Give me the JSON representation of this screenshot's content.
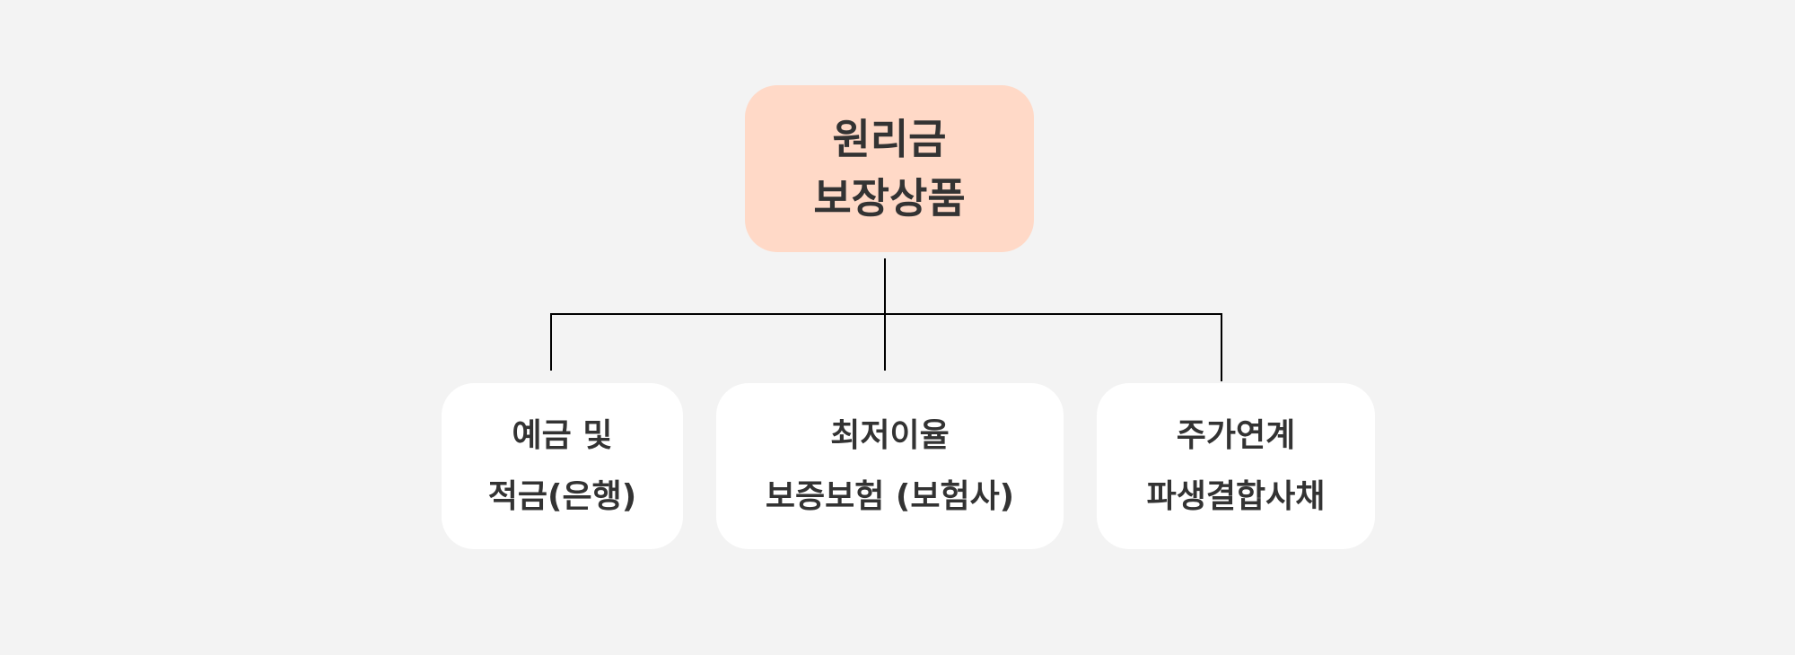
{
  "root": {
    "line1": "원리금",
    "line2": "보장상품"
  },
  "children": [
    {
      "line1": "예금 및",
      "line2": "적금(은행)"
    },
    {
      "line1": "최저이율",
      "line2": "보증보험 (보험사)"
    },
    {
      "line1": "주가연계",
      "line2": "파생결합사채"
    }
  ],
  "colors": {
    "background": "#f3f3f3",
    "root_fill": "#ffd9c7",
    "child_fill": "#ffffff",
    "text": "#333333",
    "connector": "#000000"
  }
}
